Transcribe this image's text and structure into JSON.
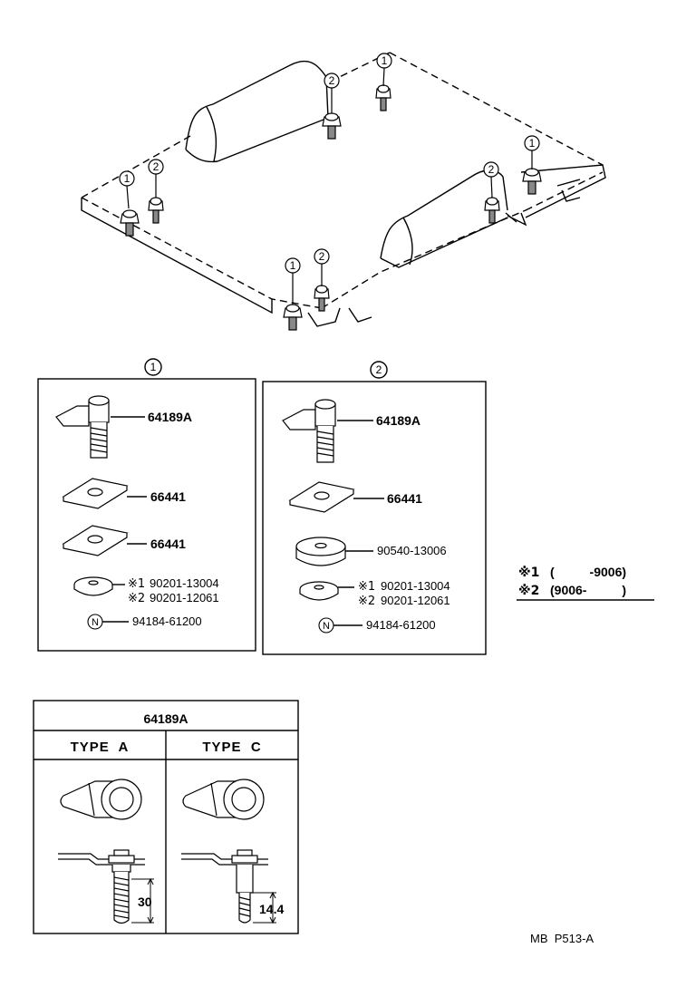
{
  "callouts": {
    "one": "1",
    "two": "2"
  },
  "box1": {
    "title": "1",
    "items": {
      "bolt": "64189A",
      "plate_a": "66441",
      "plate_b": "66441",
      "washer_note1_mark": "※1",
      "washer_note1_part": "90201-13004",
      "washer_note2_mark": "※2",
      "washer_note2_part": "90201-12061",
      "nut_symbol": "N",
      "nut_part": "94184-61200"
    }
  },
  "box2": {
    "title": "2",
    "items": {
      "bolt": "64189A",
      "plate": "66441",
      "spacer": "90540-13006",
      "washer_note1_mark": "※1",
      "washer_note1_part": "90201-13004",
      "washer_note2_mark": "※2",
      "washer_note2_part": "90201-12061",
      "nut_symbol": "N",
      "nut_part": "94184-61200"
    }
  },
  "notes": {
    "note1_mark": "※1",
    "note1_range": "(          -9006)",
    "note2_mark": "※2",
    "note2_range": "(9006-          )"
  },
  "type_table": {
    "header": "64189A",
    "col_a": "TYPE  A",
    "col_c": "TYPE  C",
    "dim_a": "30",
    "dim_c": "14.4"
  },
  "footer": {
    "code": "MB  P513-A"
  }
}
